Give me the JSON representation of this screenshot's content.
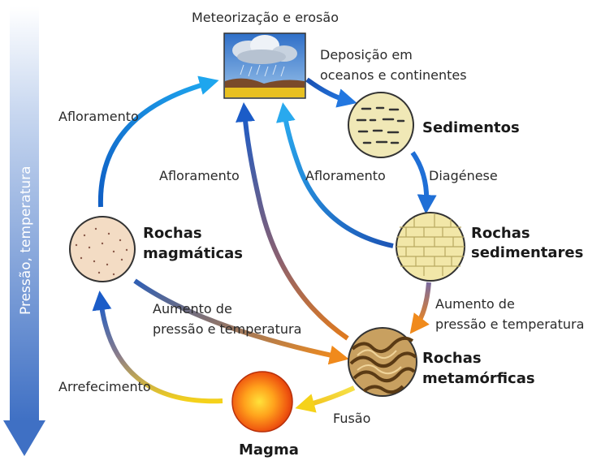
{
  "side_bar_label": "Pressão, temperatura",
  "nodes": {
    "weathering": "Meteorização e erosão",
    "sediments": "Sedimentos",
    "sedimentary": [
      "Rochas",
      "sedimentares"
    ],
    "metamorphic": [
      "Rochas",
      "metamórficas"
    ],
    "magma": "Magma",
    "igneous": [
      "Rochas",
      "magmáticas"
    ]
  },
  "processes": {
    "deposition": [
      "Deposição em",
      "oceanos e continentes"
    ],
    "diagenesis": "Diagénese",
    "pressure_temp_right": [
      "Aumento de",
      "pressão e temperatura"
    ],
    "pressure_temp_left": [
      "Aumento de",
      "pressão e temperatura"
    ],
    "fusion": "Fusão",
    "cooling": "Arrefecimento",
    "uplift_left": "Afloramento",
    "uplift_middle": "Afloramento",
    "uplift_right": "Afloramento"
  },
  "colors": {
    "blue": "#1f6fd6",
    "orange": "#f08a1c",
    "yellow": "#f5d21a",
    "side_bar_top": "#ffffff",
    "side_bar_bottom": "#3f70c4"
  }
}
